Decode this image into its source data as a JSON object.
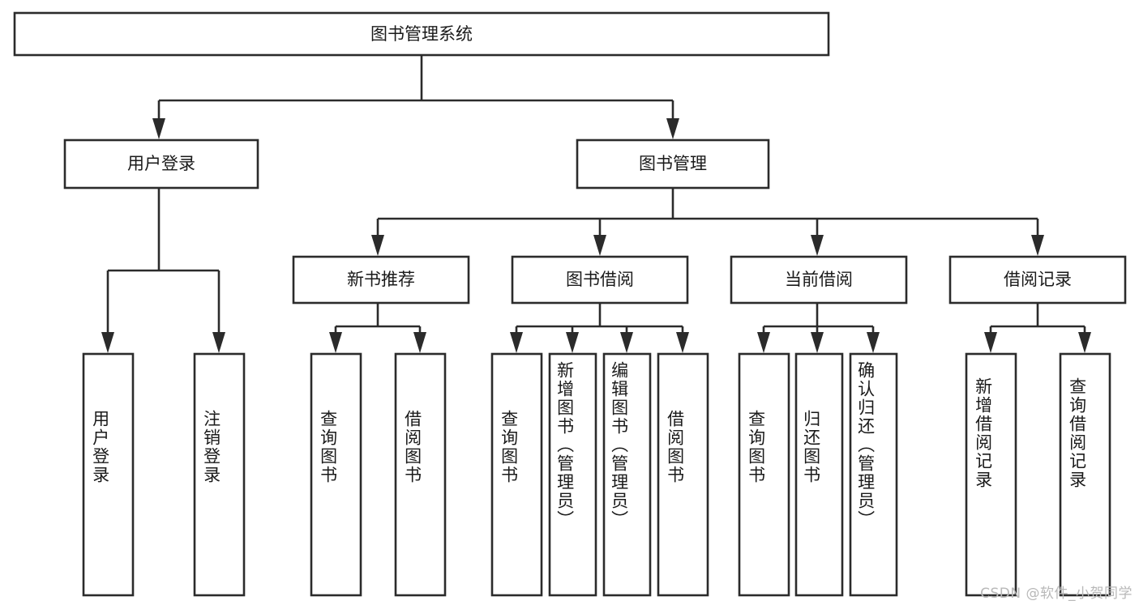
{
  "diagram": {
    "title": "图书管理系统",
    "watermark": "CSDN @软件_小贺同学",
    "root": {
      "label": "图书管理系统"
    },
    "level1": [
      {
        "label": "用户登录"
      },
      {
        "label": "图书管理"
      }
    ],
    "level2": [
      {
        "label": "新书推荐"
      },
      {
        "label": "图书借阅"
      },
      {
        "label": "当前借阅"
      },
      {
        "label": "借阅记录"
      }
    ],
    "leaves": {
      "user_login": [
        {
          "label": "用户登录"
        },
        {
          "label": "注销登录"
        }
      ],
      "new_book_recommend": [
        {
          "label": "查询图书"
        },
        {
          "label": "借阅图书"
        }
      ],
      "book_borrow": [
        {
          "label": "查询图书"
        },
        {
          "label": "新增图书（管理员）"
        },
        {
          "label": "编辑图书（管理员）"
        },
        {
          "label": "借阅图书"
        }
      ],
      "current_borrow": [
        {
          "label": "查询图书"
        },
        {
          "label": "归还图书"
        },
        {
          "label": "确认归还（管理员）"
        }
      ],
      "borrow_record": [
        {
          "label": "新增借阅记录"
        },
        {
          "label": "查询借阅记录"
        }
      ]
    }
  },
  "colors": {
    "stroke": "#2b2b2b",
    "fill": "#ffffff",
    "text": "#1a1a1a",
    "watermark": "#b8b8b8"
  }
}
